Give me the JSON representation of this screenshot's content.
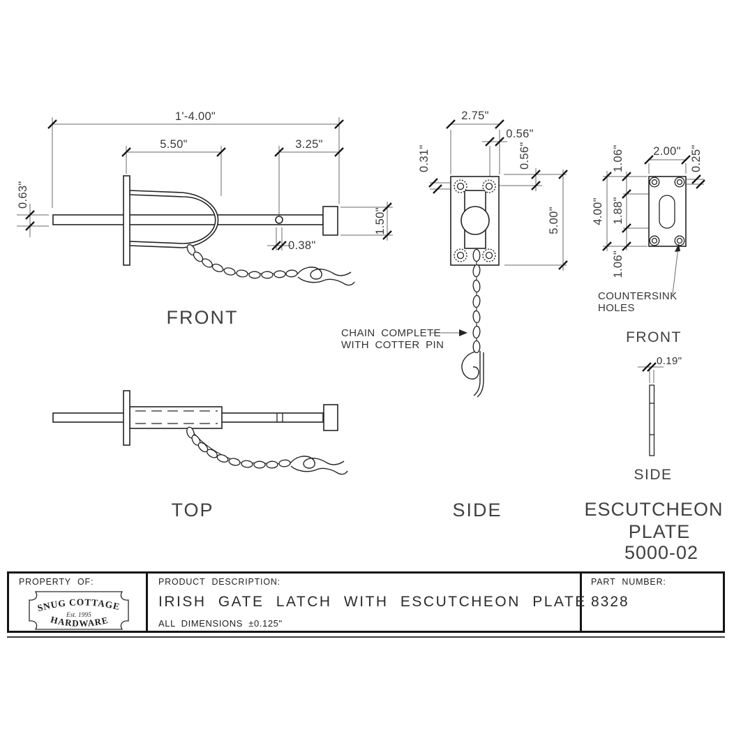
{
  "drawing": {
    "front_view": {
      "label": "FRONT",
      "dim_overall": "1'-4.00\"",
      "dim_guard": "5.50\"",
      "dim_right": "3.25\"",
      "dim_rod_dia": "0.63\"",
      "dim_hole": "0.38\"",
      "dim_cap": "1.50\""
    },
    "top_view": {
      "label": "TOP"
    },
    "side_view": {
      "label": "SIDE",
      "dim_width": "2.75\"",
      "dim_hole_offset_h": "0.56\"",
      "dim_hole_offset_v": "0.56\"",
      "dim_hole_dia": "0.31\"",
      "dim_height": "5.00\"",
      "chain_note_line1": "CHAIN COMPLETE",
      "chain_note_line2": "WITH COTTER PIN"
    },
    "escutcheon_front": {
      "label": "FRONT",
      "dim_width": "2.00\"",
      "dim_hole_dia": "0.25\"",
      "dim_top": "1.06\"",
      "dim_slot": "1.88\"",
      "dim_bottom": "1.06\"",
      "dim_height": "4.00\"",
      "note_line1": "COUNTERSINK",
      "note_line2": "HOLES"
    },
    "escutcheon_side": {
      "label": "SIDE",
      "dim_thickness": "0.19\"",
      "title_line1": "ESCUTCHEON",
      "title_line2": "PLATE",
      "title_line3": "5000-02"
    }
  },
  "title_block": {
    "property_of_label": "PROPERTY OF:",
    "logo": {
      "line1": "SNUG COTTAGE",
      "line2": "Est. 1995",
      "line3": "HARDWARE"
    },
    "product_description_label": "PRODUCT DESCRIPTION:",
    "product_description": "IRISH GATE LATCH WITH ESCUTCHEON PLATE",
    "tolerance_note": "ALL DIMENSIONS ±0.125\"",
    "part_number_label": "PART NUMBER:",
    "part_number": "8328"
  },
  "colors": {
    "line": "#232323",
    "dim_text": "#3a3a3a",
    "background": "#ffffff"
  }
}
